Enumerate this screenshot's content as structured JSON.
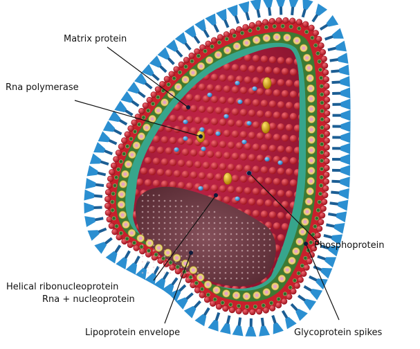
{
  "labels": {
    "matrix_protein": "Matrix protein",
    "rna_polymerase": "Rna polymerase",
    "phosphoprotein": "Phosphoprotein",
    "helical_ribonucleoprotein": "Helical ribonucleoprotein",
    "rna_nucleoprotein": "Rna + nucleoprotein",
    "lipoprotein_envelope": "Lipoprotein envelope",
    "glycoprotein_spikes": "Glycoprotein spikes"
  },
  "colors": {
    "spike_blue": "#2b8fd1",
    "spike_dark": "#1c5e94",
    "envelope_red": "#c8202c",
    "envelope_bead_dark": "#9a1420",
    "matrix_ring_green": "#3d7a33",
    "matrix_bead_yellow": "#e6d27a",
    "matrix_bead_pink": "#e7a3c4",
    "teal_layer": "#37a58c",
    "core_red": "#b71d3b",
    "core_bead": "#d0324d",
    "base_brown": "#6e3f46",
    "polymerase_gold": "#d9a514",
    "phosphoprotein_blue": "#4ca6e0"
  },
  "icons": {
    "virion": "rhabdovirus-particle-illustration"
  }
}
